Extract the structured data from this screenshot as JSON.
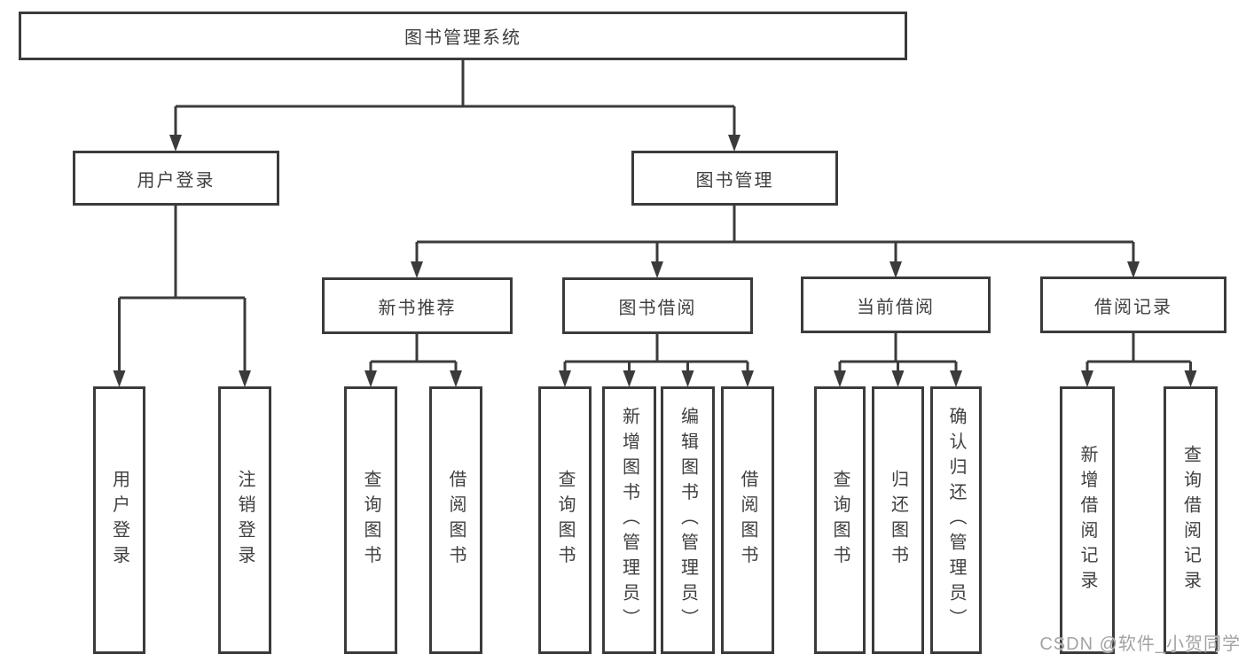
{
  "colors": {
    "line": "#3b3b3b",
    "text": "#3f3f3f",
    "watermark": "#a3a3a3",
    "background": "#ffffff"
  },
  "nodes": {
    "root": {
      "label": "图书管理系统"
    },
    "user_login": {
      "label": "用户登录"
    },
    "book_mgmt": {
      "label": "图书管理"
    },
    "new_book_rec": {
      "label": "新书推荐"
    },
    "book_borrow": {
      "label": "图书借阅"
    },
    "current_borrow": {
      "label": "当前借阅"
    },
    "borrow_records": {
      "label": "借阅记录"
    },
    "leaf_user_login": {
      "label": "用户登录"
    },
    "leaf_logout": {
      "label": "注销登录"
    },
    "leaf_query_books_rec": {
      "label": "查询图书"
    },
    "leaf_borrow_books_rec": {
      "label": "借阅图书"
    },
    "leaf_query_books_borrow": {
      "label": "查询图书"
    },
    "leaf_add_books": {
      "label": "新增图书（管理员）"
    },
    "leaf_edit_books": {
      "label": "编辑图书（管理员）"
    },
    "leaf_borrow_books_borrow": {
      "label": "借阅图书"
    },
    "leaf_query_books_current": {
      "label": "查询图书"
    },
    "leaf_return_books": {
      "label": "归还图书"
    },
    "leaf_confirm_return": {
      "label": "确认归还（管理员）"
    },
    "leaf_add_borrow_record": {
      "label": "新增借阅记录"
    },
    "leaf_query_borrow_record": {
      "label": "查询借阅记录"
    }
  },
  "watermark": {
    "text": "CSDN @软件_小贺同学"
  }
}
